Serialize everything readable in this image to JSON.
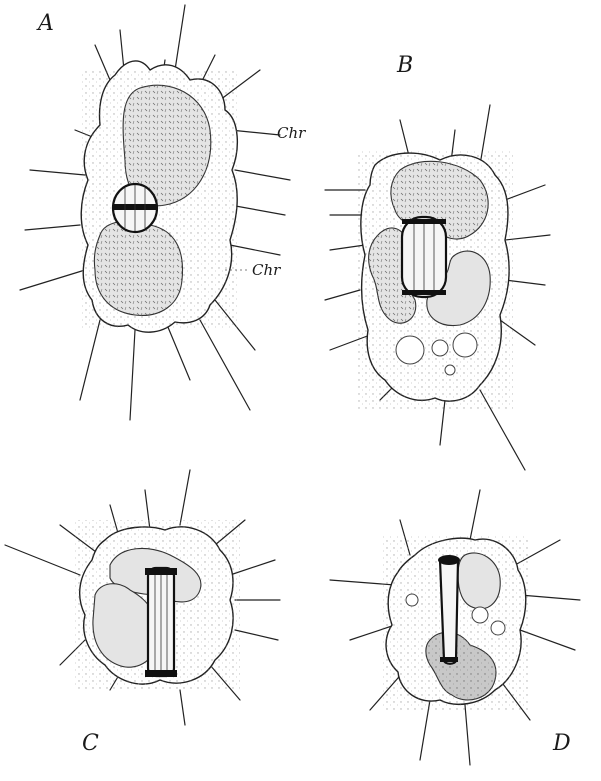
{
  "panels": [
    {
      "id": "A",
      "label": "A"
    },
    {
      "id": "B",
      "label": "B"
    },
    {
      "id": "C",
      "label": "C"
    },
    {
      "id": "D",
      "label": "D"
    }
  ],
  "annotations": {
    "chr_upper": "Chr",
    "chr_lower": "Chr"
  },
  "colors": {
    "ink": "#222222",
    "chromatophore_fill": "#e4e4e4",
    "background": "#ffffff"
  }
}
